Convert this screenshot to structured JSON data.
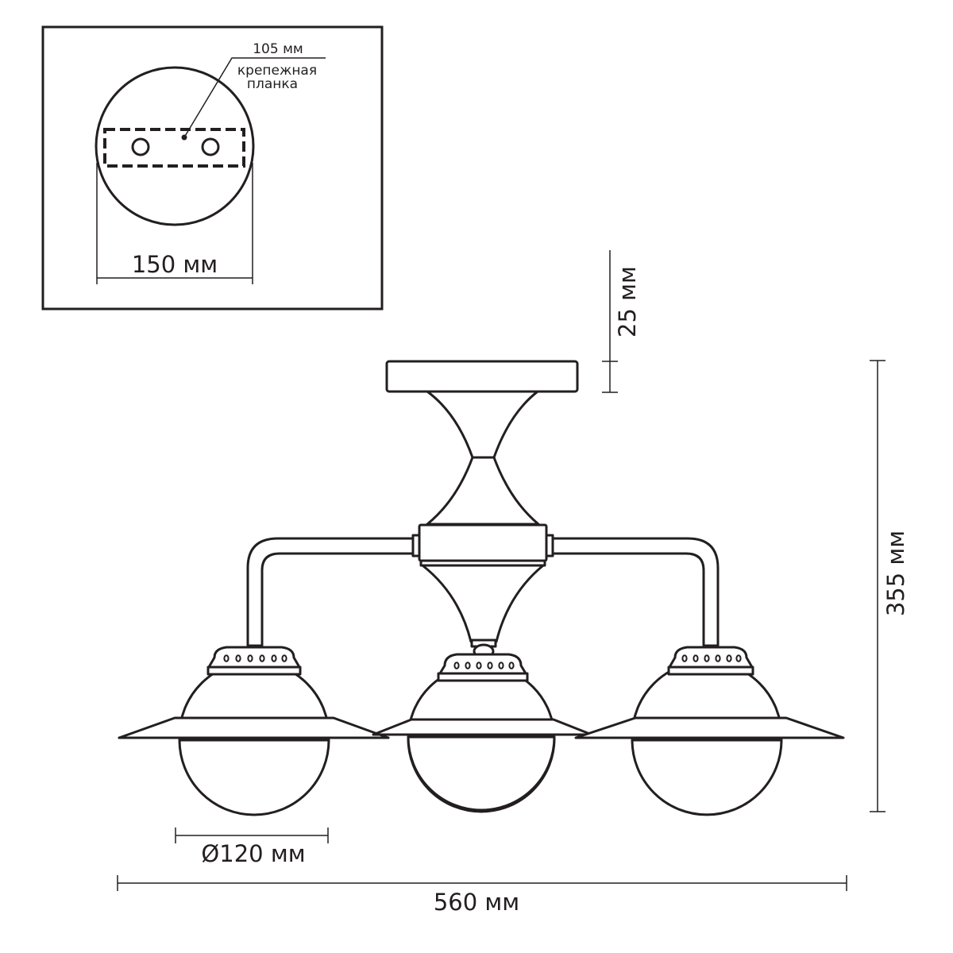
{
  "inset": {
    "plate_label": "105 мм",
    "plate_caption_line1": "крепежная",
    "plate_caption_line2": "планка",
    "base_diameter": "150 мм"
  },
  "dimensions": {
    "canopy_height": "25 мм",
    "total_height": "355 мм",
    "shade_diameter": "Ø120 мм",
    "total_width": "560 мм"
  }
}
